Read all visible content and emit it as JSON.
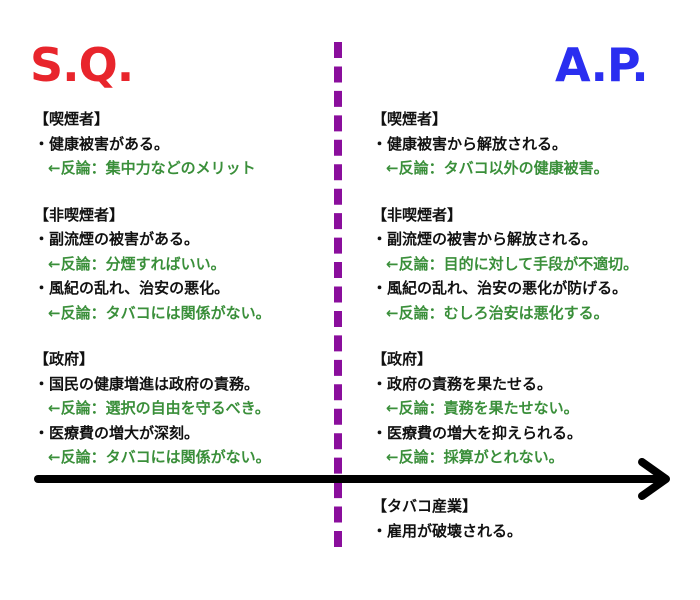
{
  "titles": {
    "left": "S.Q.",
    "right": "A.P."
  },
  "colors": {
    "left_title": "#e8252c",
    "right_title": "#2a2ef0",
    "divider": "#8a0e9c",
    "rebuttal": "#3a8f3a",
    "text": "#111111",
    "arrow": "#000000"
  },
  "left": [
    {
      "head": "【喫煙者】",
      "items": [
        {
          "point": "・健康被害がある。",
          "rebuttal": "←反論：集中力などのメリット"
        }
      ]
    },
    {
      "head": "【非喫煙者】",
      "items": [
        {
          "point": "・副流煙の被害がある。",
          "rebuttal": "←反論：分煙すればいい。"
        },
        {
          "point": "・風紀の乱れ、治安の悪化。",
          "rebuttal": "←反論：タバコには関係がない。"
        }
      ]
    },
    {
      "head": "【政府】",
      "items": [
        {
          "point": "・国民の健康増進は政府の責務。",
          "rebuttal": "←反論：選択の自由を守るべき。"
        },
        {
          "point": "・医療費の増大が深刻。",
          "rebuttal": "←反論：タバコには関係がない。"
        }
      ]
    }
  ],
  "right": [
    {
      "head": "【喫煙者】",
      "items": [
        {
          "point": "・健康被害から解放される。",
          "rebuttal": "←反論：タバコ以外の健康被害。"
        }
      ]
    },
    {
      "head": "【非喫煙者】",
      "items": [
        {
          "point": "・副流煙の被害から解放される。",
          "rebuttal": "←反論：目的に対して手段が不適切。"
        },
        {
          "point": "・風紀の乱れ、治安の悪化が防げる。",
          "rebuttal": "←反論：むしろ治安は悪化する。"
        }
      ]
    },
    {
      "head": "【政府】",
      "items": [
        {
          "point": "・政府の責務を果たせる。",
          "rebuttal": "←反論：責務を果たせない。"
        },
        {
          "point": "・医療費の増大を抑えられる。",
          "rebuttal": "←反論：採算がとれない。"
        }
      ]
    }
  ],
  "right_extra": {
    "head": "【タバコ産業】",
    "point": "・雇用が破壊される。"
  }
}
